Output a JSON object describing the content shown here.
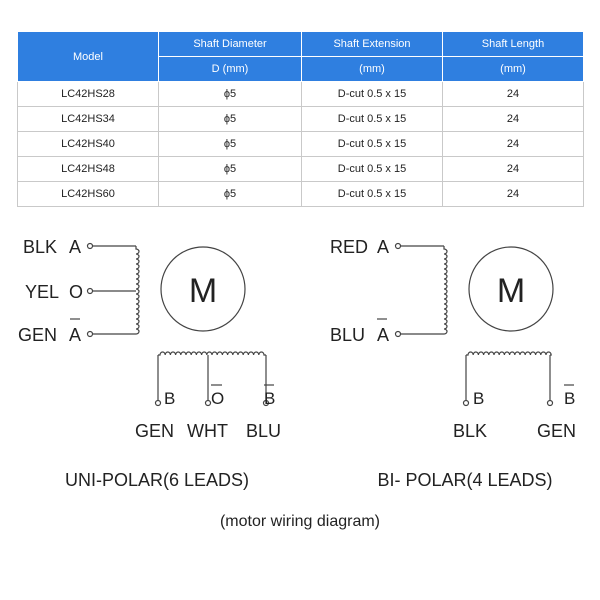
{
  "table": {
    "header": {
      "model": "Model",
      "shaft_diameter": "Shaft Diameter",
      "shaft_extension": "Shaft Extension",
      "shaft_length": "Shaft Length",
      "unit_diameter": "D (mm)",
      "unit_extension": "(mm)",
      "unit_length": "(mm)"
    },
    "rows": [
      {
        "model": "LC42HS28",
        "diameter": "ϕ5",
        "extension": "D-cut 0.5 x 15",
        "length": "24"
      },
      {
        "model": "LC42HS34",
        "diameter": "ϕ5",
        "extension": "D-cut 0.5 x 15",
        "length": "24"
      },
      {
        "model": "LC42HS40",
        "diameter": "ϕ5",
        "extension": "D-cut 0.5 x 15",
        "length": "24"
      },
      {
        "model": "LC42HS48",
        "diameter": "ϕ5",
        "extension": "D-cut 0.5 x 15",
        "length": "24"
      },
      {
        "model": "LC42HS60",
        "diameter": "ϕ5",
        "extension": "D-cut 0.5 x 15",
        "length": "24"
      }
    ]
  },
  "unipolar": {
    "motor_label": "M",
    "leads": [
      {
        "color": "BLK",
        "terminal": "A",
        "bar": false
      },
      {
        "color": "YEL",
        "terminal": "O",
        "bar": false
      },
      {
        "color": "GEN",
        "terminal": "A",
        "bar": true
      }
    ],
    "bottom_terminals": [
      {
        "terminal": "B",
        "bar": false
      },
      {
        "terminal": "O",
        "bar": true
      },
      {
        "terminal": "B",
        "bar": true
      }
    ],
    "bottom_colors": [
      "GEN",
      "WHT",
      "BLU"
    ],
    "title": "UNI-POLAR(6 LEADS)"
  },
  "bipolar": {
    "motor_label": "M",
    "leads": [
      {
        "color": "RED",
        "terminal": "A",
        "bar": false
      },
      {
        "color": "BLU",
        "terminal": "A",
        "bar": true
      }
    ],
    "bottom_terminals": [
      {
        "terminal": "B",
        "bar": false
      },
      {
        "terminal": "B",
        "bar": true
      }
    ],
    "bottom_colors": [
      "BLK",
      "GEN"
    ],
    "title": "BI- POLAR(4 LEADS)"
  },
  "caption": "(motor wiring diagram)",
  "colors": {
    "header_bg": "#2f7fe0",
    "line": "#444444"
  }
}
